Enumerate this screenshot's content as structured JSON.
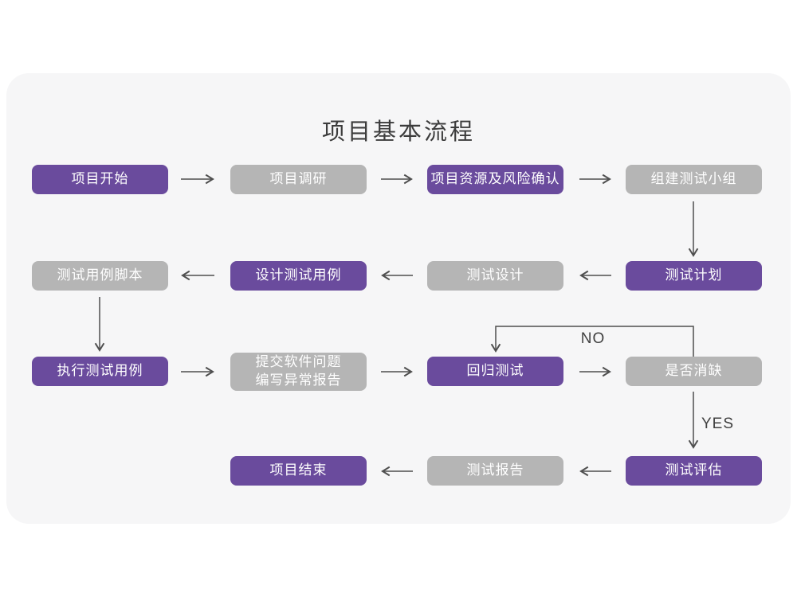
{
  "title": "项目基本流程",
  "theme": {
    "page_bg": "#ffffff",
    "card_bg": "#f6f6f7",
    "purple": "#6a4b9d",
    "gray": "#b5b5b5",
    "box_text": "#ffffff",
    "title_color": "#3c3c3c",
    "arrow_color": "#4f4f4f",
    "edge_label_color": "#404040"
  },
  "edge_labels": {
    "no": "NO",
    "yes": "YES"
  },
  "nodes": [
    {
      "id": "project-start",
      "label": "项目开始",
      "variant": "purple"
    },
    {
      "id": "project-survey",
      "label": "项目调研",
      "variant": "gray"
    },
    {
      "id": "resource-risk-confirm",
      "label": "项目资源及风险确认",
      "variant": "purple"
    },
    {
      "id": "form-test-team",
      "label": "组建测试小组",
      "variant": "gray"
    },
    {
      "id": "test-case-script",
      "label": "测试用例脚本",
      "variant": "gray"
    },
    {
      "id": "design-test-case",
      "label": "设计测试用例",
      "variant": "purple"
    },
    {
      "id": "test-design",
      "label": "测试设计",
      "variant": "gray"
    },
    {
      "id": "test-plan",
      "label": "测试计划",
      "variant": "purple"
    },
    {
      "id": "execute-test-case",
      "label": "执行测试用例",
      "variant": "purple"
    },
    {
      "id": "submit-issue-report",
      "label": "提交软件问题\n编写异常报告",
      "variant": "gray"
    },
    {
      "id": "regression-test",
      "label": "回归测试",
      "variant": "purple"
    },
    {
      "id": "defect-resolved",
      "label": "是否消缺",
      "variant": "gray"
    },
    {
      "id": "project-end",
      "label": "项目结束",
      "variant": "purple"
    },
    {
      "id": "test-report",
      "label": "测试报告",
      "variant": "gray"
    },
    {
      "id": "test-evaluation",
      "label": "测试评估",
      "variant": "purple"
    }
  ]
}
